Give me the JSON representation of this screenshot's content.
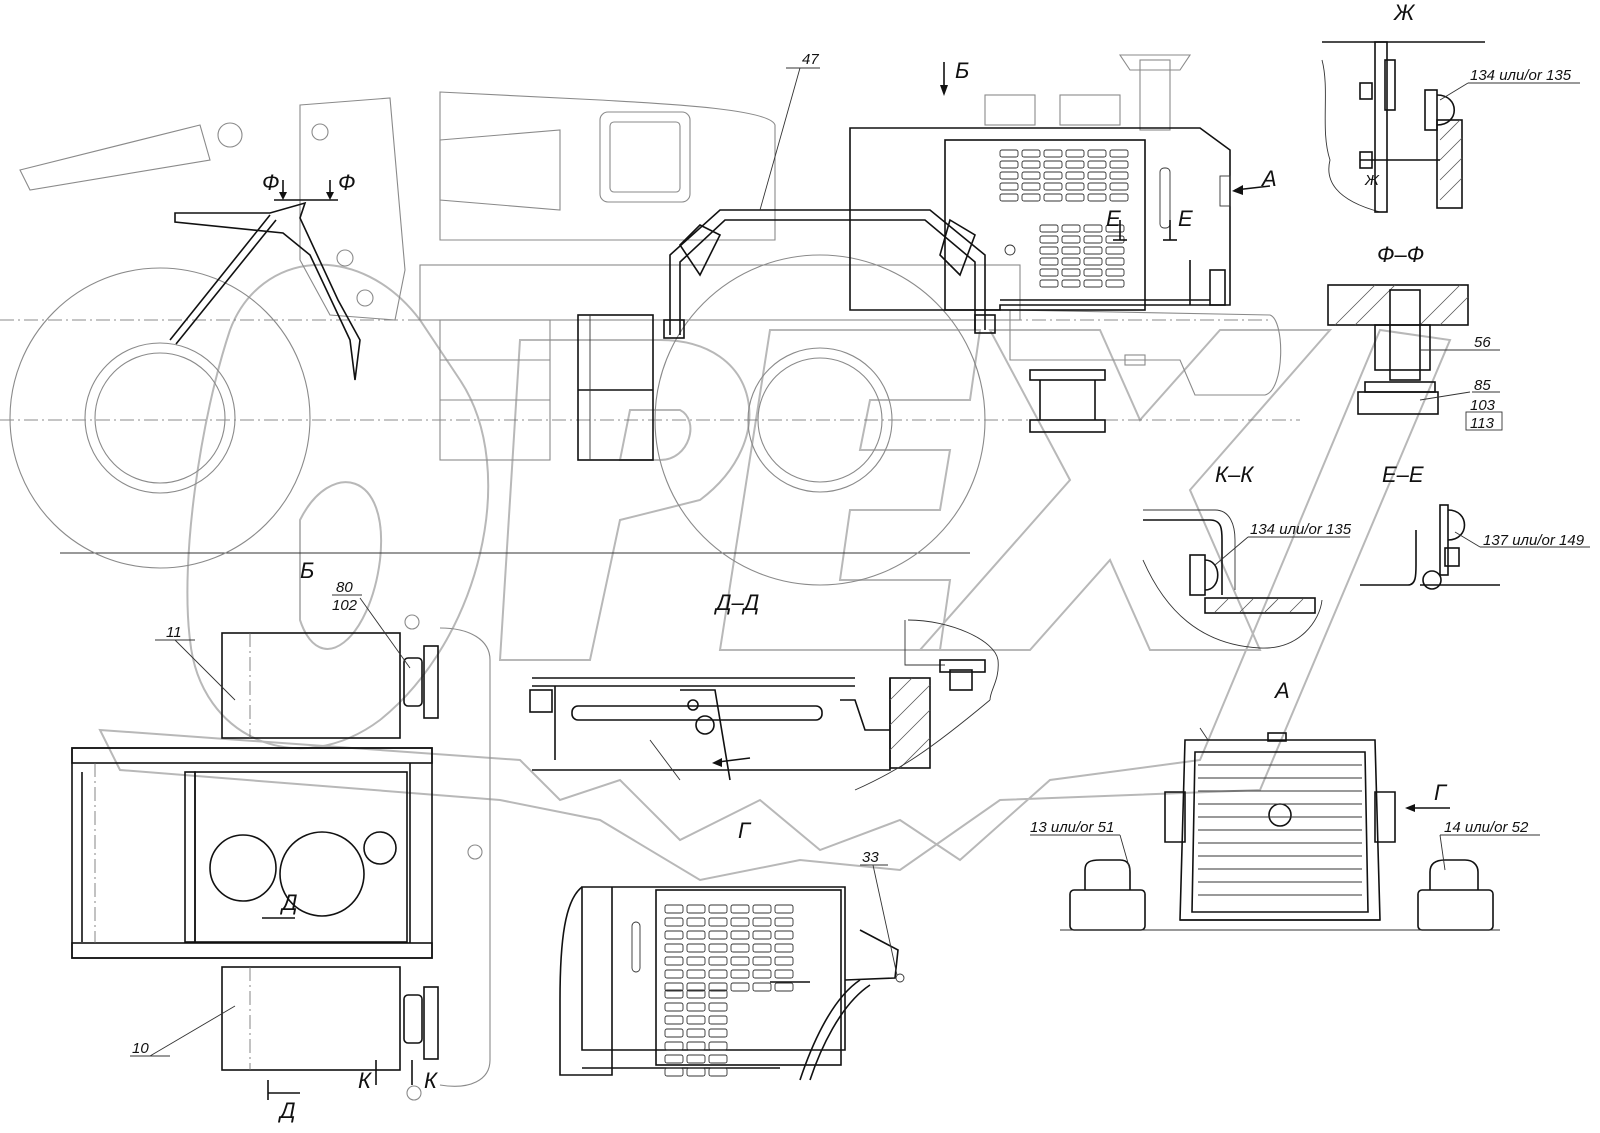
{
  "labels": {
    "section_b": "Б",
    "section_b_top": "Б",
    "section_a_arrow": "А",
    "section_a_view": "А",
    "section_zh": "Ж",
    "section_zh_arrow": "Ж",
    "section_f_left": "Ф",
    "section_f_right": "Ф",
    "section_ff": "Ф–Ф",
    "section_kk": "К–К",
    "section_ee": "Е–Е",
    "section_e_left": "Е",
    "section_e_right": "Е",
    "section_dd": "Д–Д",
    "section_d_top": "Д",
    "section_d_bottom": "Д",
    "section_g": "Г",
    "section_g_arrow": "Г",
    "section_k_left": "К",
    "section_k_right": "К"
  },
  "parts": {
    "p47": "47",
    "p134_top": "134 или/or 135",
    "p56": "56",
    "p85": "85",
    "p103": "103",
    "p113": "113",
    "p134_kk": "134 или/or 135",
    "p137": "137 или/or 149",
    "p80": "80",
    "p102": "102",
    "p11": "11",
    "p10": "10",
    "p33": "33",
    "p13": "13 или/or 51",
    "p14": "14 или/or 52"
  },
  "watermark": "OPEX"
}
